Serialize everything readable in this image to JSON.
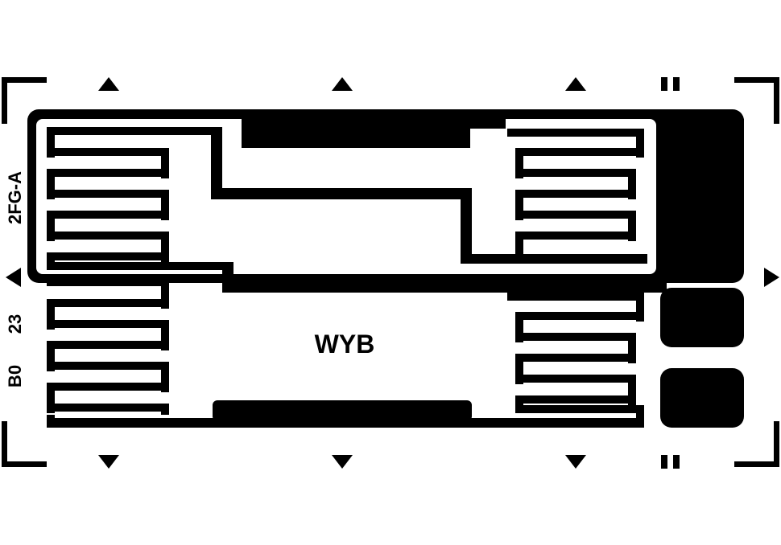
{
  "layout_name": "",
  "center_mark": "WYB",
  "side_labels": {
    "top": "2FG-A",
    "mid": "23",
    "bottom": "B0"
  },
  "colors": {
    "foil": "#000000",
    "background": "#ffffff"
  },
  "markers": {
    "top_arrows": "up-triangle-icon",
    "bottom_arrows": "down-triangle-icon",
    "side_arrows": "left-right-triangle-icon",
    "tally": "double-bar-icon",
    "corners": "corner-bracket-icon"
  }
}
